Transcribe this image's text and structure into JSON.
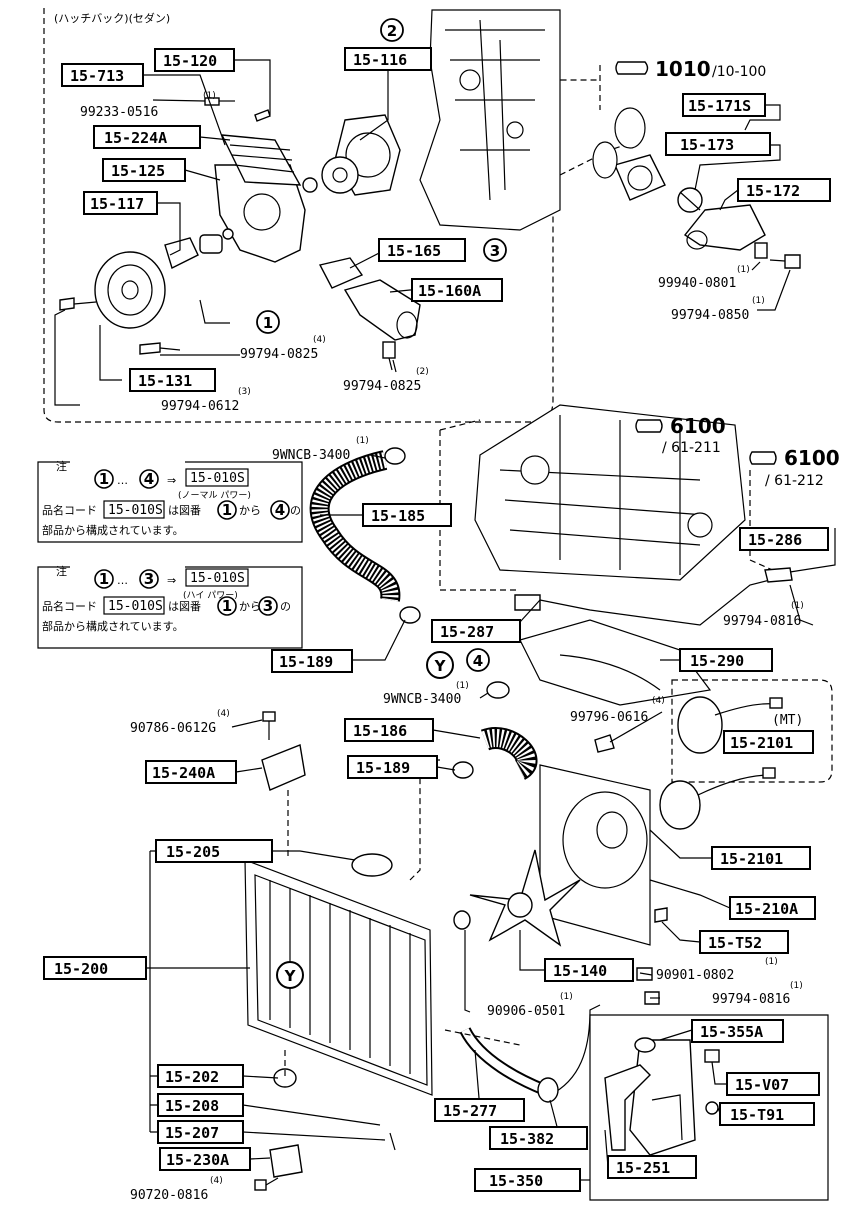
{
  "header": {
    "variants": "(ハッチバック)(セダン)"
  },
  "refs": {
    "r1_main": "1010",
    "r1_sub": "/10-100",
    "r2_main": "6100",
    "r2_sub": "/ 61-211",
    "r3_main": "6100",
    "r3_sub": "/ 61-212"
  },
  "callouts": {
    "c1": "1",
    "c2": "2",
    "c3": "3",
    "c4": "4",
    "cy": "Y"
  },
  "parts": {
    "p15_120": "15-120",
    "p15_116": "15-116",
    "p15_713": "15-713",
    "p15_224A": "15-224A",
    "p15_125": "15-125",
    "p15_117": "15-117",
    "p15_165": "15-165",
    "p15_160A": "15-160A",
    "p15_131": "15-131",
    "p15_171S": "15-171S",
    "p15_173": "15-173",
    "p15_172": "15-172",
    "p15_185": "15-185",
    "p15_286": "15-286",
    "p15_287": "15-287",
    "p15_189a": "15-189",
    "p15_290": "15-290",
    "p15_186": "15-186",
    "p15_189b": "15-189",
    "p15_240A": "15-240A",
    "p15_2101a": "15-2101",
    "p15_2101b": "15-2101",
    "p15_205": "15-205",
    "p15_210A": "15-210A",
    "p15_T52": "15-T52",
    "p15_200": "15-200",
    "p15_140": "15-140",
    "p15_355A": "15-355A",
    "p15_V07": "15-V07",
    "p15_T91": "15-T91",
    "p15_202": "15-202",
    "p15_208": "15-208",
    "p15_277": "15-277",
    "p15_382": "15-382",
    "p15_207": "15-207",
    "p15_251": "15-251",
    "p15_230A": "15-230A",
    "p15_350": "15-350"
  },
  "fasteners": {
    "f99233": "99233-0516",
    "f99233_q": "(1)",
    "f99794_0825a": "99794-0825",
    "f99794_0825a_q": "(4)",
    "f99794_0825b": "99794-0825",
    "f99794_0825b_q": "(2)",
    "f99794_0612": "99794-0612",
    "f99794_0612_q": "(3)",
    "f99940": "99940-0801",
    "f99940_q": "(1)",
    "f99794_0850": "99794-0850",
    "f99794_0850_q": "(1)",
    "f9wncb_a": "9WNCB-3400",
    "f9wncb_a_q": "(1)",
    "f9wncb_b": "9WNCB-3400",
    "f9wncb_b_q": "(1)",
    "f99794_0816a": "99794-0816",
    "f99794_0816a_q": "(1)",
    "f99796": "99796-0616",
    "f99796_q": "(4)",
    "f90786": "90786-0612G",
    "f90786_q": "(4)",
    "f90901": "90901-0802",
    "f90901_q": "(1)",
    "f99794_0816b": "99794-0816",
    "f99794_0816b_q": "(1)",
    "f90906": "90906-0501",
    "f90906_q": "(1)",
    "f90720": "90720-0816",
    "f90720_q": "(4)"
  },
  "note1": {
    "title": "注",
    "from": "1",
    "to": "4",
    "arrow": "⇒",
    "dots": "…",
    "set_part": "15-010S",
    "set_desc": "(ノーマル  パワー)",
    "line2_a": "品名コード",
    "line2_part": "15-010S",
    "line2_b": "は図番",
    "line2_c": "から",
    "line2_d": "の",
    "line3": "部品から構成されています。"
  },
  "note2": {
    "title": "注",
    "from": "1",
    "to": "3",
    "arrow": "⇒",
    "dots": "…",
    "set_part": "15-010S",
    "set_desc": "(ハイ  パワー)",
    "line2_a": "品名コード",
    "line2_part": "15-010S",
    "line2_b": "は図番",
    "line2_c": "から",
    "line2_d": "の",
    "line3": "部品から構成されています。"
  },
  "mt_label": "(MT)"
}
